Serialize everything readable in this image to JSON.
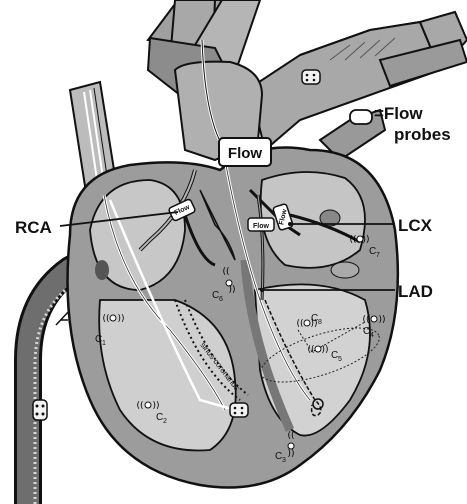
{
  "legend": {
    "line1": "=Flow",
    "line2": "probes"
  },
  "labels": {
    "rca": "RCA",
    "lcx": "LCX",
    "lad": "LAD",
    "flow_main": "Flow",
    "flow_rca": "Flow",
    "flow_lad": "Flow",
    "flow_lcx": "Flow",
    "sinus": "sinus coronarius"
  },
  "crystals": [
    {
      "id": "c1",
      "letter": "C",
      "sub": "1"
    },
    {
      "id": "c2",
      "letter": "C",
      "sub": "2"
    },
    {
      "id": "c3",
      "letter": "C",
      "sub": "3"
    },
    {
      "id": "c4",
      "letter": "C",
      "sub": "4"
    },
    {
      "id": "c5",
      "letter": "C",
      "sub": "5"
    },
    {
      "id": "c6",
      "letter": "C",
      "sub": "6"
    },
    {
      "id": "c7",
      "letter": "C",
      "sub": "7"
    },
    {
      "id": "c8",
      "letter": "C",
      "sub": "8"
    }
  ]
}
